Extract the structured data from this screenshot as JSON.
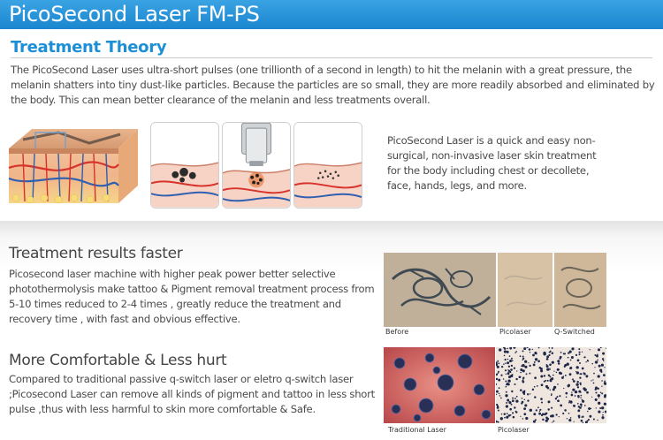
{
  "header": {
    "title": "PicoSecond Laser FM-PS"
  },
  "theory": {
    "title": "Treatment Theory",
    "text": "The PicoSecond Laser uses ultra-short pulses (one trillionth of a second in length) to hit the melanin with a great pressure, the melanin shatters into tiny dust-like particles. Because the particles are so small, they are more readily absorbed and eliminated by the body. This can mean better clearance of the melanin and less treatments overall.",
    "side_text": "PicoSecond Laser is a quick and easy non-surgical, non-invasive laser skin treatment for the body including chest or decollete, face, hands, legs, and more."
  },
  "results": {
    "title": "Treatment results faster",
    "text": "Picosecond laser machine with higher peak power better selective photothermolysis make tattoo & Pigment removal treatment process from 5-10 times reduced to 2-4 times , greatly reduce the treatment and recovery time , with fast and obvious effective.",
    "captions": {
      "before": "Before",
      "picolaser": "Picolaser",
      "qswitched": "Q-Switched"
    }
  },
  "comfort": {
    "title": "More Comfortable & Less hurt",
    "text": "Compared to traditional passive q-switch laser or eletro q-switch laser ;Picosecond Laser can remove all kinds of pigment and tattoo in less short pulse ,thus with less harmful to skin more comfortable & Safe.",
    "captions": {
      "traditional": "Traditional Laser",
      "picolaser": "Picolaser"
    }
  },
  "colors": {
    "header": "#1a86cf",
    "accent_title": "#1d8fd6",
    "skin": "#f3b98a",
    "blood_red": "#d8322c",
    "vein_blue": "#2e5fb0"
  }
}
